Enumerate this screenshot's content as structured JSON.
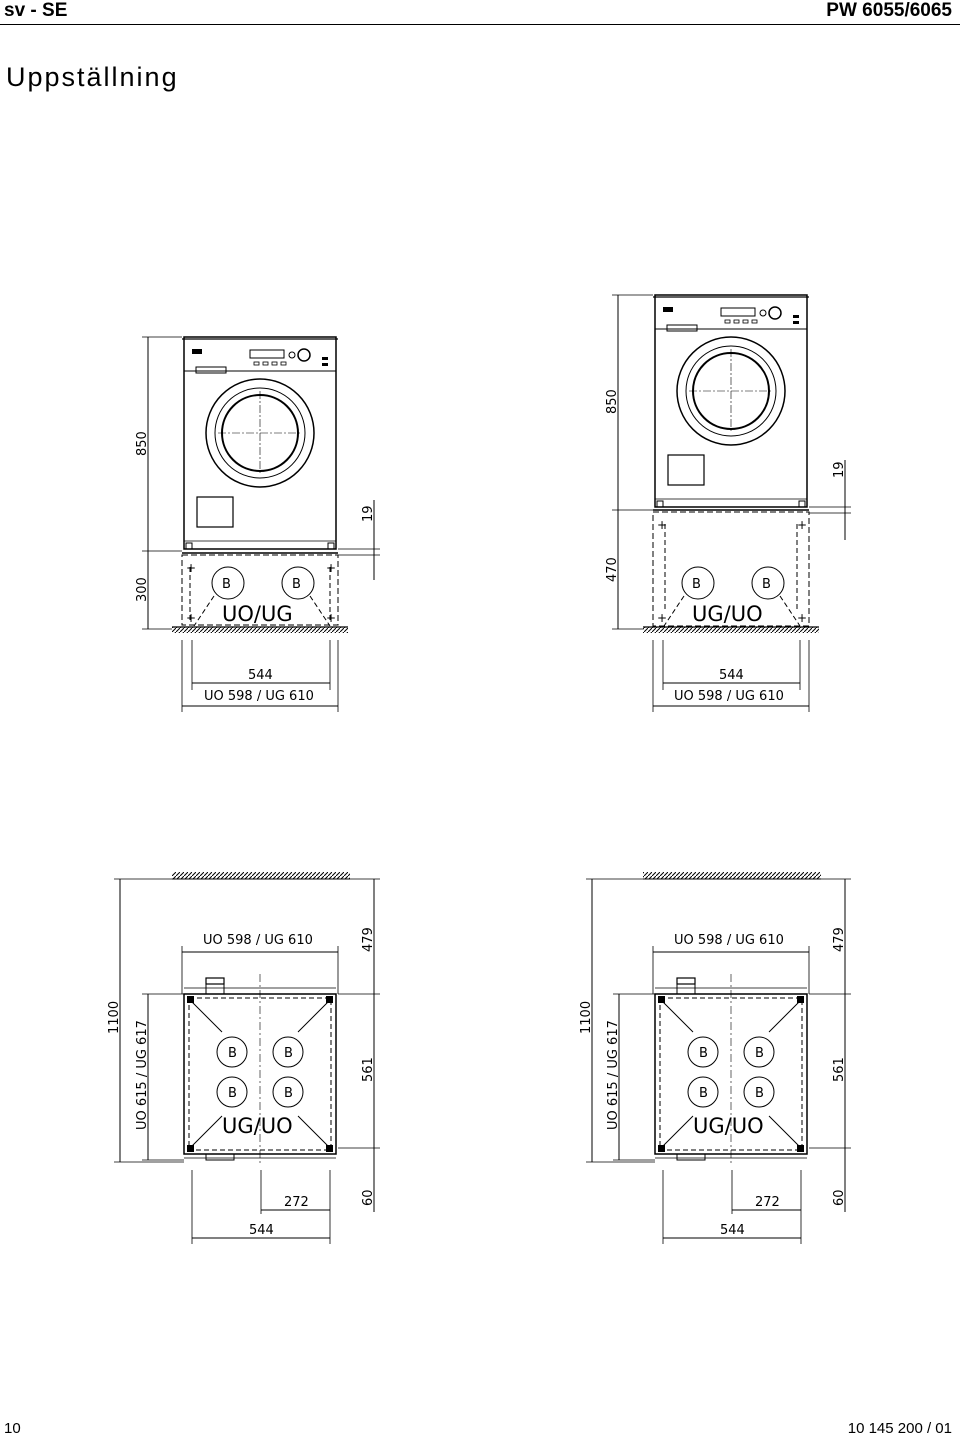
{
  "header": {
    "lang": "sv - SE",
    "model": "PW 6055/6065"
  },
  "title": "Uppställning",
  "footer": {
    "page": "10",
    "doc_number": "10 145 200 / 01"
  },
  "labels": {
    "b": "B",
    "uo_ug": "UO/UG",
    "ug_uo": "UG/UO",
    "d850": "850",
    "d300": "300",
    "d470": "470",
    "d19": "19",
    "d544": "544",
    "width_combo": "UO 598 / UG 610",
    "depth_combo": "UO 615 / UG 617",
    "d1100": "1100",
    "d479": "479",
    "d561": "561",
    "d60": "60",
    "d272": "272"
  }
}
